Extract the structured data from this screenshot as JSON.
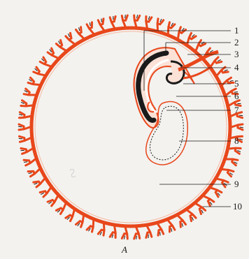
{
  "figure": {
    "caption": "А",
    "labels": [
      "1",
      "2",
      "3",
      "4",
      "5",
      "6",
      "7",
      "8",
      "9",
      "10"
    ]
  },
  "colors": {
    "background": "#f3f2ef",
    "orange": "#e8471b",
    "black": "#1a1a1a"
  }
}
